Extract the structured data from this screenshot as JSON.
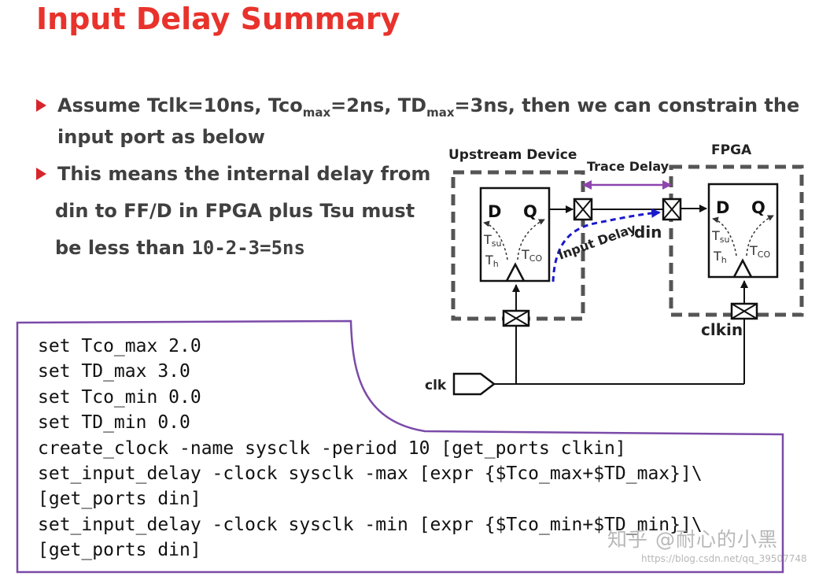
{
  "title": "Input Delay Summary",
  "bullets": [
    {
      "pre": "Assume Tclk=10ns, Tco",
      "sub1": "max",
      "mid": "=2ns, TD",
      "sub2": "max",
      "post": "=3ns, then we can constrain the",
      "line2": "input port as below"
    },
    {
      "line1": "This means the internal delay from",
      "line2": "din to FF/D in FPGA plus Tsu must",
      "line3_pre": "be less than ",
      "line3_value": "10-2-3=5ns"
    }
  ],
  "diagram": {
    "upstream_label": "Upstream Device",
    "fpga_label": "FPGA",
    "trace_delay_label": "Trace Delay",
    "input_delay_label": "Input Delay",
    "din_label": "din",
    "clkin_label": "clkin",
    "clk_label": "clk",
    "ff": {
      "d": "D",
      "q": "Q",
      "tsu_main": "T",
      "tsu_sub": "su",
      "th_main": "T",
      "th_sub": "h",
      "tco_main": "T",
      "tco_sub": "CO"
    },
    "colors": {
      "box_border": "#555555",
      "trace_arrow": "#8e44ad",
      "input_delay": "#1a1acc",
      "code_border": "#7b4aa8"
    }
  },
  "code": {
    "lines": [
      "set Tco_max 2.0",
      "set TD_max 3.0",
      "set Tco_min 0.0",
      "set TD_min 0.0",
      "create_clock -name sysclk -period 10 [get_ports clkin]",
      "set_input_delay -clock sysclk -max [expr {$Tco_max+$TD_max}]\\",
      "[get_ports din]",
      "set_input_delay -clock sysclk -min [expr {$Tco_min+$TD_min}]\\",
      "[get_ports din]"
    ]
  },
  "watermark": {
    "zh": "知乎 @耐心的小黑",
    "url": "https://blog.csdn.net/qq_39507748"
  }
}
